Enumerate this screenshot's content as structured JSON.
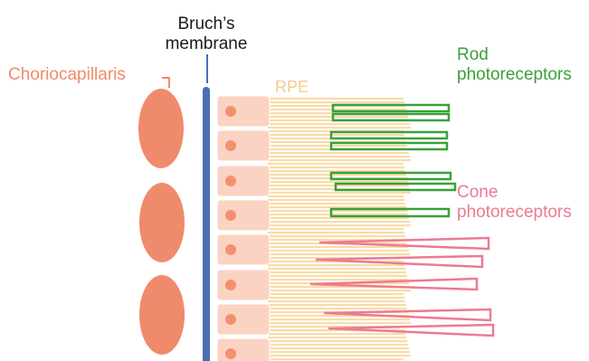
{
  "labels": {
    "bruchs_line1": "Bruch’s",
    "bruchs_line2": "membrane",
    "choriocapillaris": "Choriocapillaris",
    "rpe": "RPE",
    "rod_line1": "Rod",
    "rod_line2": "photoreceptors",
    "cone_line1": "Cone",
    "cone_line2": "photoreceptors"
  },
  "colors": {
    "text_dark": "#1a1a1a",
    "choriocapillaris": "#f08a6c",
    "membrane": "#4a6fb5",
    "rpe_cell": "#fbd3c3",
    "rpe_nucleus": "#f3906f",
    "rpe_label": "#f6c98a",
    "microvilli": "#f8dca8",
    "rod": "#3aa03a",
    "cone": "#ec7b92"
  }
}
